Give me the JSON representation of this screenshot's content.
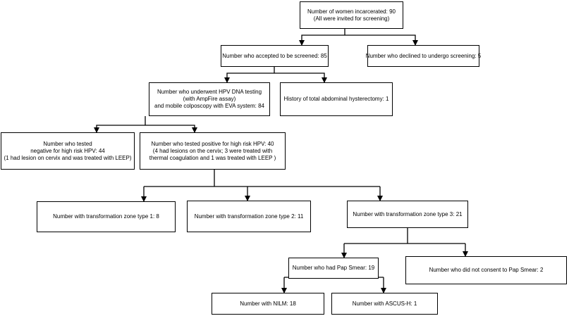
{
  "boxes": {
    "incarcerated": [
      "Number of women incarcerated:  90",
      "(All were invited for screening)"
    ],
    "accepted": [
      "Number who accepted to be screened: 85"
    ],
    "declined": [
      "Number who declined to undergo screening: 5"
    ],
    "hpv_testing": [
      "Number who underwent HPV DNA testing",
      "(with AmpFire assay)",
      "and mobile colposcopy with EVA system: 84"
    ],
    "hysterectomy": [
      "History of total abdominal hysterectomy: 1"
    ],
    "negative": [
      "Number who tested",
      "negative for  high risk HPV: 44",
      "(1 had lesion on cervix and was treated with LEEP)"
    ],
    "positive": [
      "Number who tested positive for high risk HPV: 40",
      "(4 had lesions on the cervix; 3 were treated with",
      "thermal coagulation and 1 was treated with LEEP )"
    ],
    "tz1": [
      "Number with transformation zone type 1: 8"
    ],
    "tz2": [
      "Number with transformation zone type 2:  11"
    ],
    "tz3": [
      "Number with transformation zone type 3: 21"
    ],
    "pap": [
      "Number who had Pap Smear:  19"
    ],
    "no_pap": [
      "Number who did not consent to Pap Smear:  2"
    ],
    "nilm": [
      "Number with NILM:  18"
    ],
    "ascus": [
      "Number with ASCUS-H:  1"
    ]
  }
}
